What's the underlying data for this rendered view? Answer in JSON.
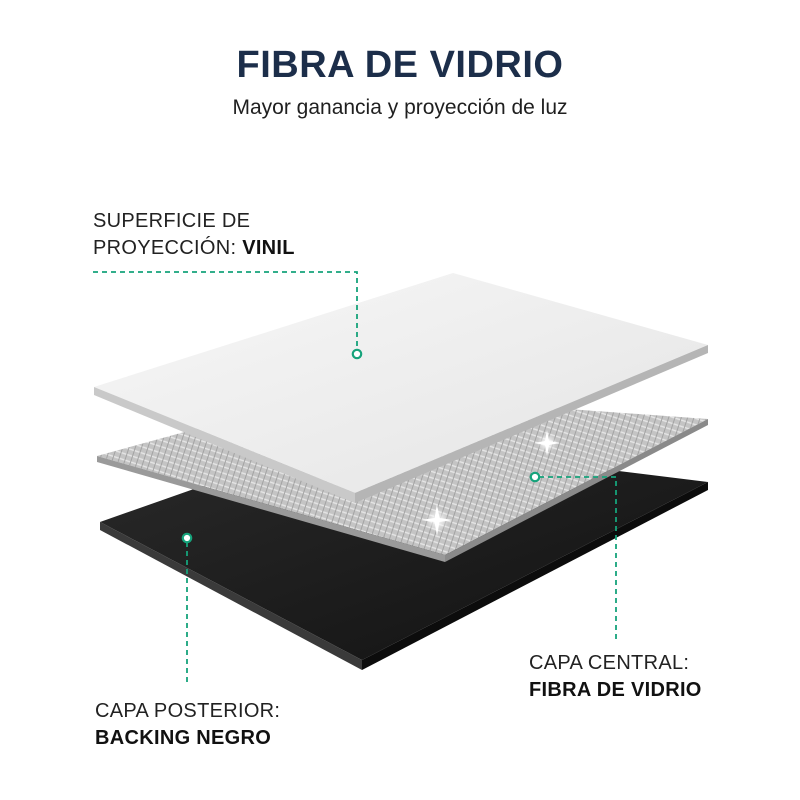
{
  "header": {
    "title": "FIBRA DE VIDRIO",
    "subtitle": "Mayor ganancia y proyección de luz"
  },
  "layers": {
    "surface": {
      "label_line1": "SUPERFICIE DE",
      "label_line2_prefix": "PROYECCIÓN: ",
      "label_line2_bold": "VINIL"
    },
    "middle": {
      "label_line1": "CAPA CENTRAL:",
      "label_line2_bold": "FIBRA DE VIDRIO"
    },
    "back": {
      "label_line1": "CAPA POSTERIOR:",
      "label_line2_bold": "BACKING NEGRO"
    }
  },
  "colors": {
    "title": "#1c2e4a",
    "accent_green": "#16a37b",
    "vinyl": "#f2f2f2",
    "fiberglass": "#bdbdbd",
    "backing": "#1b1b1b"
  }
}
